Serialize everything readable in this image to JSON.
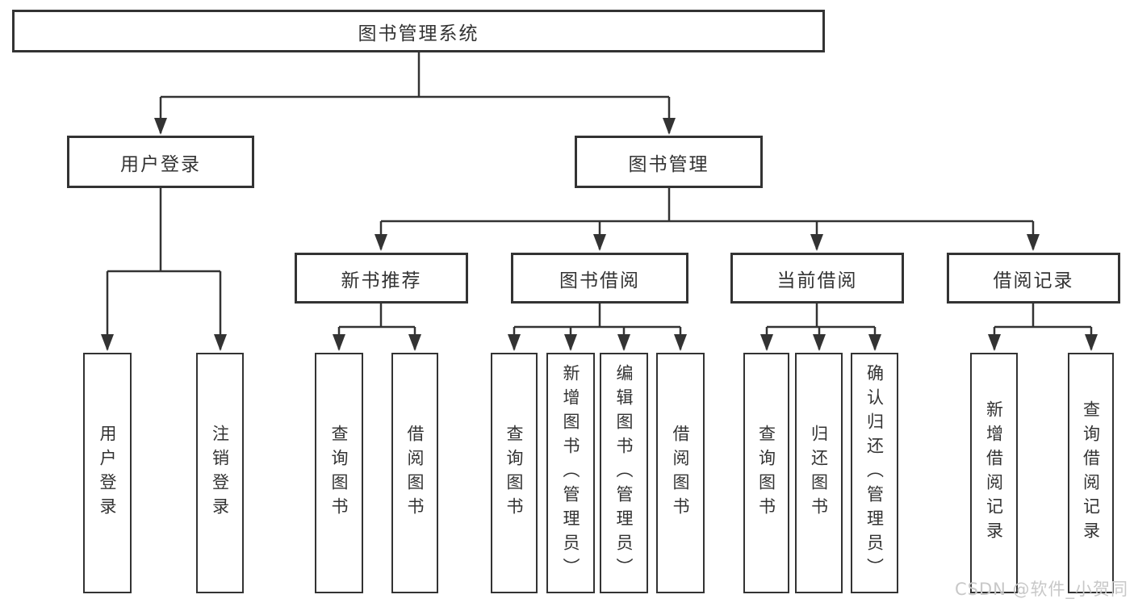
{
  "tree": {
    "root": {
      "label": "图书管理系统",
      "children": [
        {
          "label": "用户登录",
          "children": [
            {
              "label": "用户登录"
            },
            {
              "label": "注销登录"
            }
          ]
        },
        {
          "label": "图书管理",
          "children": [
            {
              "label": "新书推荐",
              "children": [
                {
                  "label": "查询图书"
                },
                {
                  "label": "借阅图书"
                }
              ]
            },
            {
              "label": "图书借阅",
              "children": [
                {
                  "label": "查询图书"
                },
                {
                  "label": "新增图书（管理员）"
                },
                {
                  "label": "编辑图书（管理员）"
                },
                {
                  "label": "借阅图书"
                }
              ]
            },
            {
              "label": "当前借阅",
              "children": [
                {
                  "label": "查询图书"
                },
                {
                  "label": "归还图书"
                },
                {
                  "label": "确认归还（管理员）"
                }
              ]
            },
            {
              "label": "借阅记录",
              "children": [
                {
                  "label": "新增借阅记录"
                },
                {
                  "label": "查询借阅记录"
                }
              ]
            }
          ]
        }
      ]
    }
  },
  "watermark": "CSDN @软件_小贺同学",
  "colors": {
    "line": "#333333",
    "text": "#333333",
    "background": "#ffffff",
    "watermark": "#c8c8c8"
  }
}
